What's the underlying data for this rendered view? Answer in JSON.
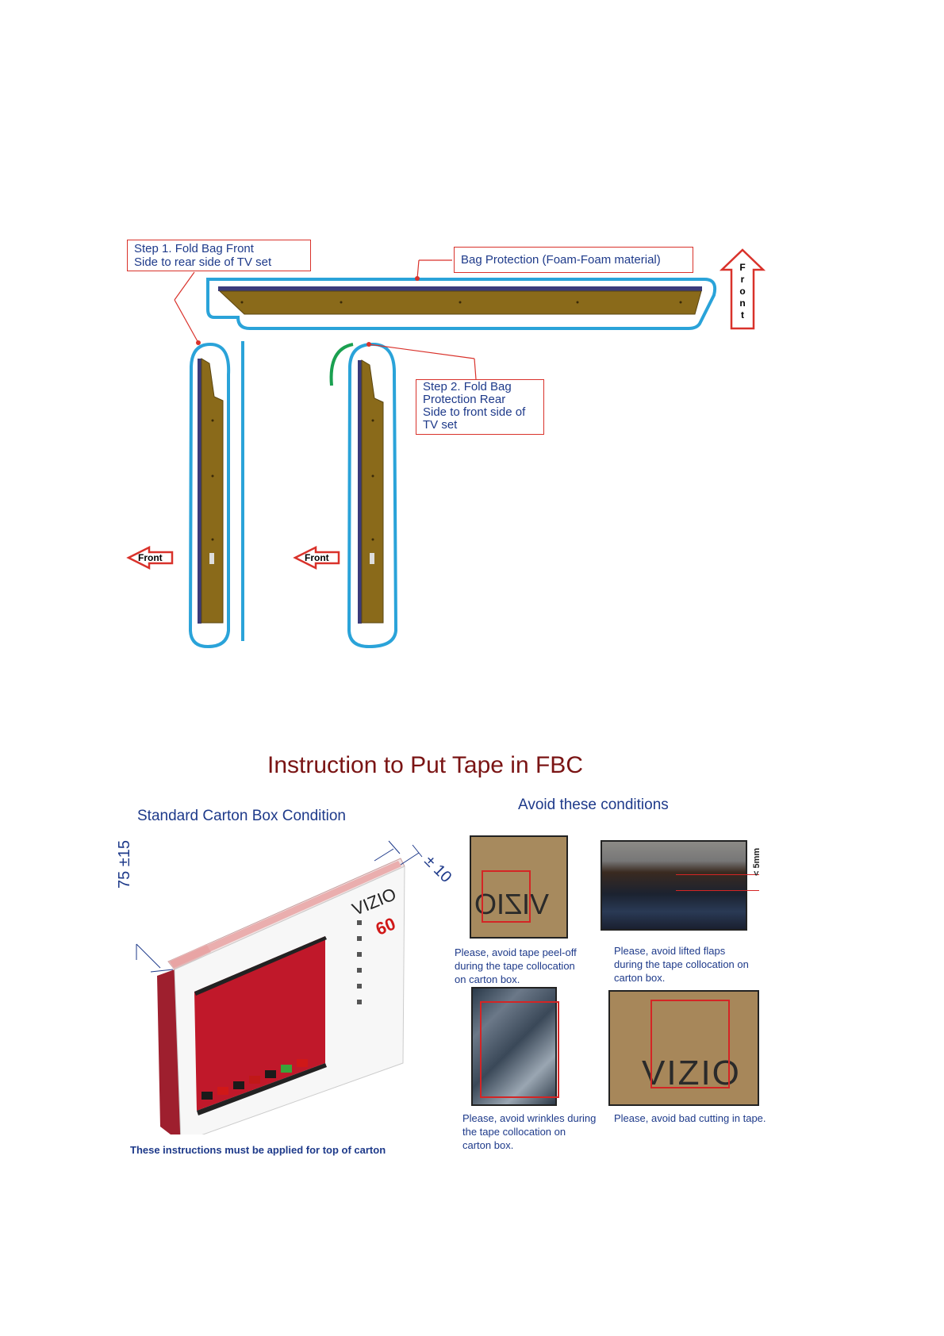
{
  "fold_diagram": {
    "step1": [
      "Step 1. Fold Bag Front",
      "Side to rear side of TV set"
    ],
    "bag_protection": "Bag Protection (Foam-Foam material)",
    "step2": [
      "Step 2. Fold Bag",
      "Protection Rear",
      "Side to front side of",
      "TV set"
    ],
    "front_up_letters": [
      "F",
      "r",
      "o",
      "n",
      "t"
    ],
    "front_left_1": "Front",
    "front_left_2": "Front"
  },
  "tape": {
    "title": "Instruction to Put Tape in FBC",
    "standard_heading": "Standard Carton Box Condition",
    "avoid_heading": "Avoid these conditions",
    "dim_height": "75 ±15",
    "dim_width": "± 10",
    "gap_label": "< 5mm",
    "brand": "VIZIO",
    "model_badge": "60",
    "photo_text_1": "VIZIO",
    "photo_text_4": "VIZIO",
    "captions": {
      "peel": [
        "Please, avoid  tape  peel-off",
        "during  the   tape  collocation",
        "on carton box."
      ],
      "flaps": [
        "Please, avoid lifted flaps",
        "during the tape collocation on",
        "carton box."
      ],
      "wrinkles": [
        "Please, avoid wrinkles during",
        "the  tape collocation on",
        "carton box."
      ],
      "cutting": [
        "Please, avoid bad cutting in tape."
      ]
    },
    "note": "These instructions must be applied for top of carton"
  }
}
